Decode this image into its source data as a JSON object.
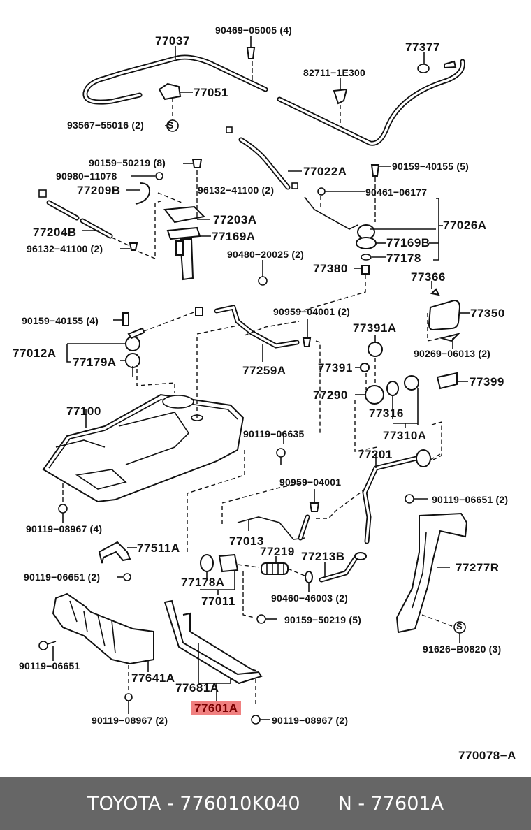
{
  "diagram": {
    "drawing_id": "770078-A",
    "highlight_color": "#f08080",
    "highlighted_part": "77601A",
    "labels": [
      {
        "id": "l77037",
        "text": "77037"
      },
      {
        "id": "l90469",
        "text": "90469−05005 (4)"
      },
      {
        "id": "l77377",
        "text": "77377"
      },
      {
        "id": "l82711",
        "text": "82711−1E300"
      },
      {
        "id": "l77051",
        "text": "77051"
      },
      {
        "id": "l93567",
        "text": "93567−55016 (2)"
      },
      {
        "id": "l90159a",
        "text": "90159−50219 (8)"
      },
      {
        "id": "l90980",
        "text": "90980−11078"
      },
      {
        "id": "l77209B",
        "text": "77209B"
      },
      {
        "id": "l96132a",
        "text": "96132−41100 (2)"
      },
      {
        "id": "l77022A",
        "text": "77022A"
      },
      {
        "id": "l90159b",
        "text": "90159−40155 (5)"
      },
      {
        "id": "l90461",
        "text": "90461−06177"
      },
      {
        "id": "l77203A",
        "text": "77203A"
      },
      {
        "id": "l77204B",
        "text": "77204B"
      },
      {
        "id": "l77169A",
        "text": "77169A"
      },
      {
        "id": "l96132b",
        "text": "96132−41100 (2)"
      },
      {
        "id": "l77026A",
        "text": "77026A"
      },
      {
        "id": "l77169B",
        "text": "77169B"
      },
      {
        "id": "l90480",
        "text": "90480−20025 (2)"
      },
      {
        "id": "l77178",
        "text": "77178"
      },
      {
        "id": "l77380",
        "text": "77380"
      },
      {
        "id": "l77366",
        "text": "77366"
      },
      {
        "id": "l90159c",
        "text": "90159−40155 (4)"
      },
      {
        "id": "l90959a",
        "text": "90959−04001 (2)"
      },
      {
        "id": "l77350",
        "text": "77350"
      },
      {
        "id": "l77391A",
        "text": "77391A"
      },
      {
        "id": "l77012A",
        "text": "77012A"
      },
      {
        "id": "l77179A",
        "text": "77179A"
      },
      {
        "id": "l77259A",
        "text": "77259A"
      },
      {
        "id": "l90269",
        "text": "90269−06013 (2)"
      },
      {
        "id": "l77391",
        "text": "77391"
      },
      {
        "id": "l77399",
        "text": "77399"
      },
      {
        "id": "l77290",
        "text": "77290"
      },
      {
        "id": "l77100",
        "text": "77100"
      },
      {
        "id": "l77316",
        "text": "77316"
      },
      {
        "id": "l90119a",
        "text": "90119−06635"
      },
      {
        "id": "l77310A",
        "text": "77310A"
      },
      {
        "id": "l77201",
        "text": "77201"
      },
      {
        "id": "l90959b",
        "text": "90959−04001"
      },
      {
        "id": "l90119b",
        "text": "90119−06651 (2)"
      },
      {
        "id": "l90119c",
        "text": "90119−08967 (4)"
      },
      {
        "id": "l77013",
        "text": "77013"
      },
      {
        "id": "l77511A",
        "text": "77511A"
      },
      {
        "id": "l77219",
        "text": "77219"
      },
      {
        "id": "l77213B",
        "text": "77213B"
      },
      {
        "id": "l77277R",
        "text": "77277R"
      },
      {
        "id": "l90119d",
        "text": "90119−06651 (2)"
      },
      {
        "id": "l77178A",
        "text": "77178A"
      },
      {
        "id": "l90460",
        "text": "90460−46003 (2)"
      },
      {
        "id": "l77011",
        "text": "77011"
      },
      {
        "id": "l90159d",
        "text": "90159−50219 (5)"
      },
      {
        "id": "l91626",
        "text": "91626−B0820 (3)"
      },
      {
        "id": "l90119e",
        "text": "90119−06651"
      },
      {
        "id": "l77641A",
        "text": "77641A"
      },
      {
        "id": "l77681A",
        "text": "77681A"
      },
      {
        "id": "l77601A",
        "text": "77601A"
      },
      {
        "id": "l90119f",
        "text": "90119−08967 (2)"
      },
      {
        "id": "l90119g",
        "text": "90119−08967 (2)"
      },
      {
        "id": "l770078",
        "text": "770078−A"
      }
    ],
    "symbols": {
      "s_marker_1": "S",
      "s_marker_2": "S"
    }
  },
  "footer": {
    "brand_part": "TOYOTA - 776010K040",
    "ref_part": "N - 77601A"
  }
}
